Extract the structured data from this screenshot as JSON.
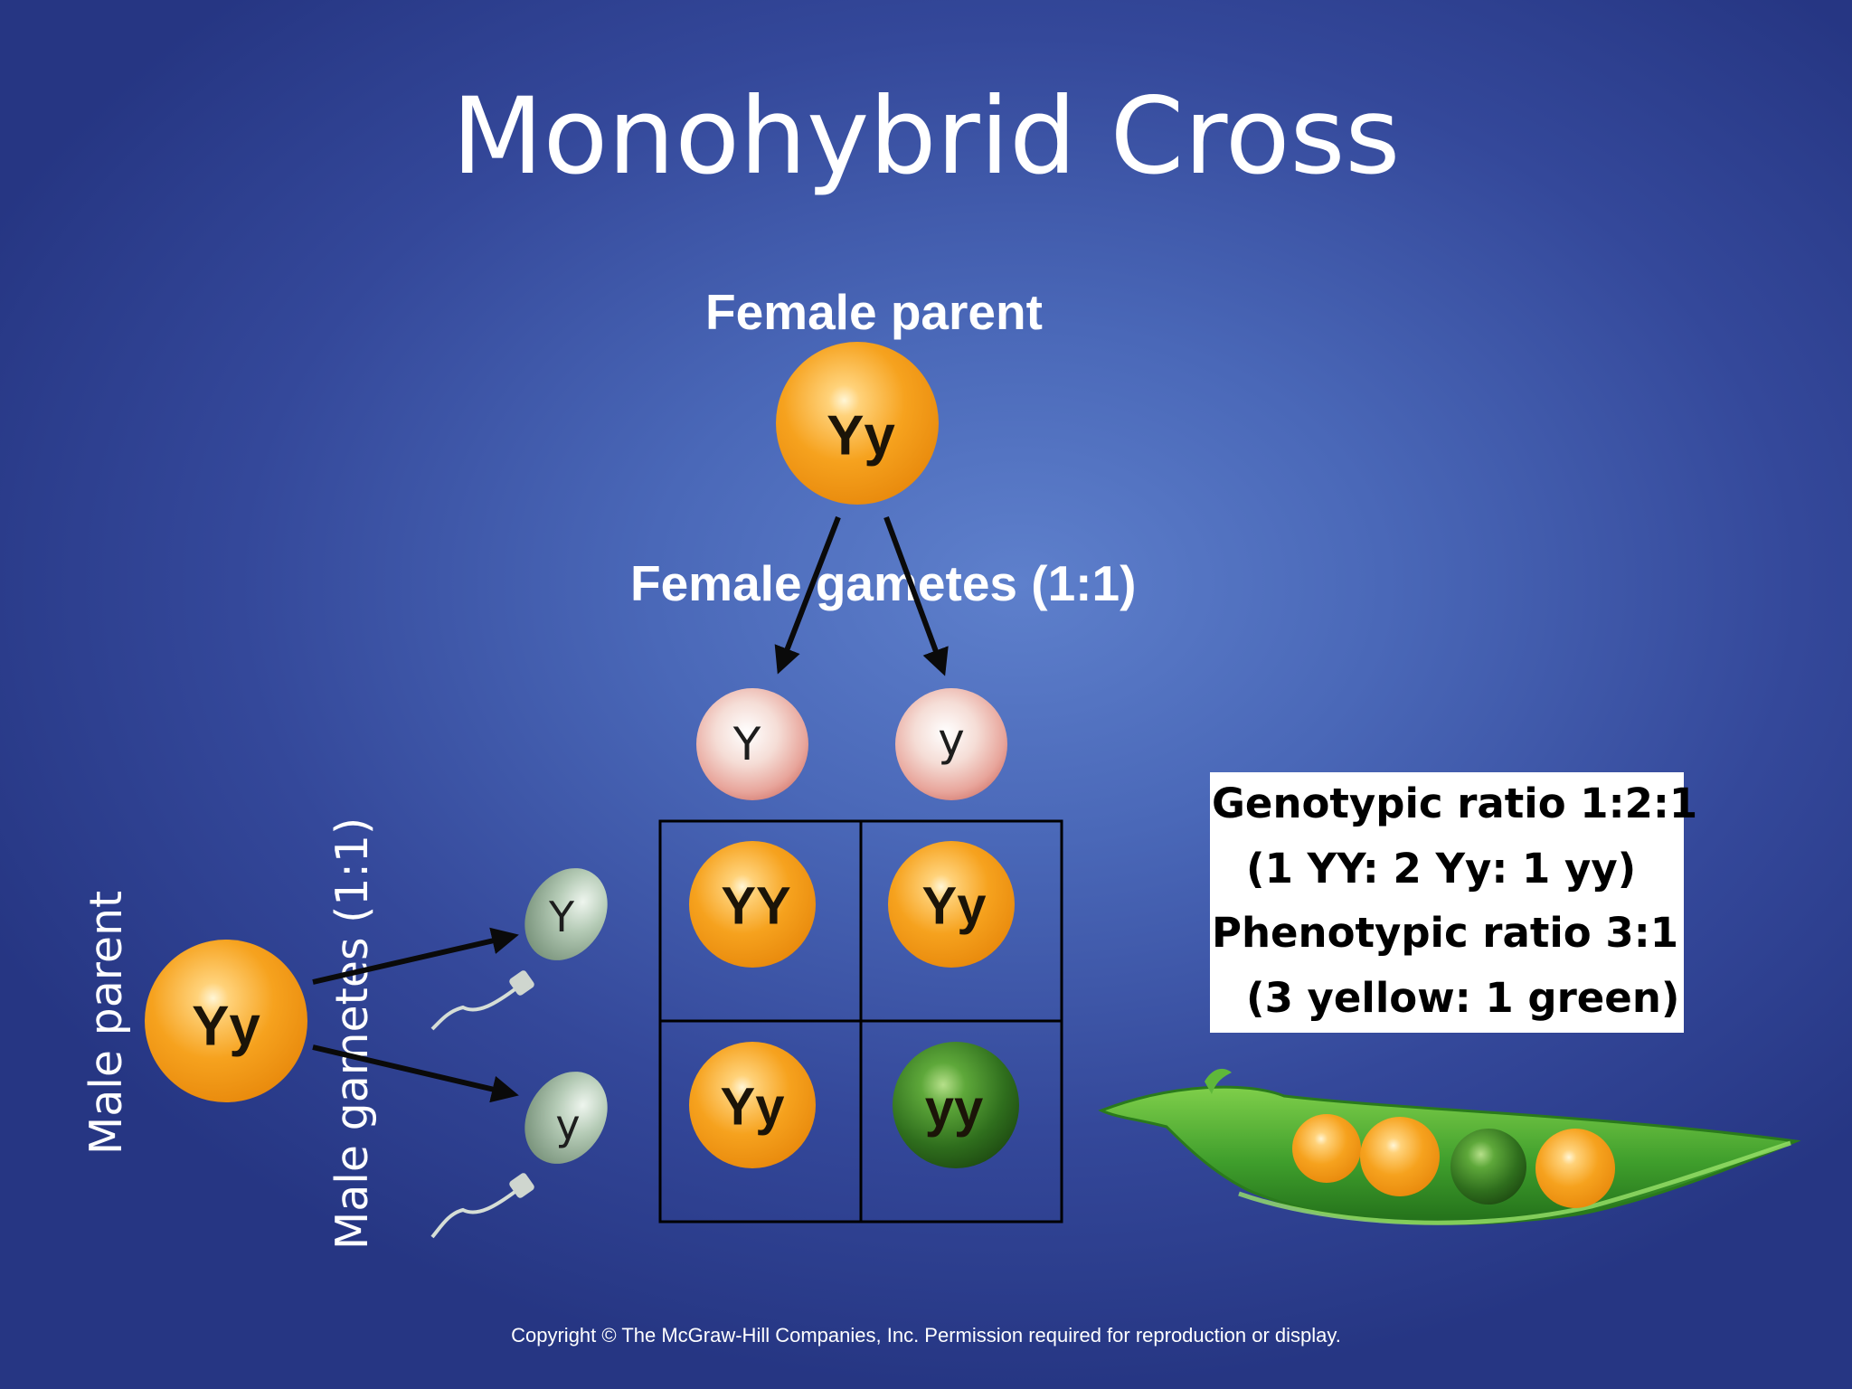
{
  "title": "Monohybrid Cross",
  "female_parent": {
    "label": "Female parent",
    "genotype": "Yy"
  },
  "female_gametes": {
    "label": "Female gametes (1:1)",
    "alleles": [
      "Y",
      "y"
    ]
  },
  "male_parent": {
    "label": "Male parent",
    "genotype": "Yy"
  },
  "male_gametes": {
    "label": "Male gametes (1:1)",
    "alleles": [
      "Y",
      "y"
    ]
  },
  "punnett": {
    "cells": [
      {
        "genotype": "YY",
        "phenotype": "yellow"
      },
      {
        "genotype": "Yy",
        "phenotype": "yellow"
      },
      {
        "genotype": "Yy",
        "phenotype": "yellow"
      },
      {
        "genotype": "yy",
        "phenotype": "green"
      }
    ]
  },
  "ratios": {
    "genotypic": "Genotypic ratio 1:2:1",
    "genotypic_detail": "(1 YY: 2 Yy: 1 yy)",
    "phenotypic": "Phenotypic ratio 3:1",
    "phenotypic_detail": "(3 yellow: 1 green)"
  },
  "pod_peas": [
    "yellow",
    "yellow",
    "green",
    "yellow"
  ],
  "colors": {
    "yellow_pea": "#f5a623",
    "green_pea": "#2f7a1e",
    "pod": "#3f9e2c",
    "egg": "#ecc6c0",
    "sperm": "#a9c2ad"
  },
  "copyright": "Copyright © The McGraw-Hill Companies, Inc. Permission required for reproduction or display."
}
